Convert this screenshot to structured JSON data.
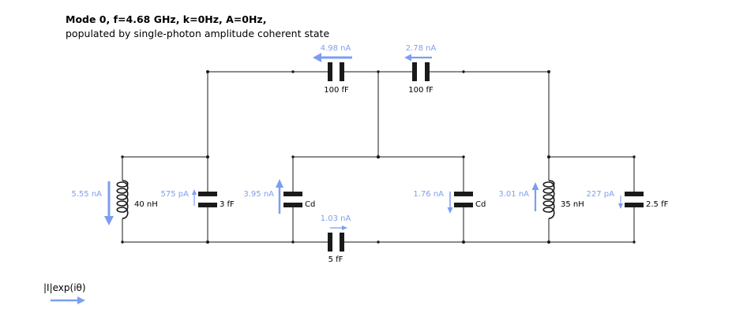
{
  "title": {
    "line1": "Mode 0, f=4.68 GHz, k=0Hz, A=0Hz,",
    "line2": "populated by single-photon amplitude coherent state"
  },
  "colors": {
    "current_arrow": "#7d9ef0",
    "wire": "#1a1a1a"
  },
  "components": {
    "cap_top_left": {
      "value": "100 fF",
      "current": "4.98 nA"
    },
    "cap_top_right": {
      "value": "100 fF",
      "current": "2.78 nA"
    },
    "inductor_left": {
      "value": "40 nH",
      "current": "5.55 nA"
    },
    "cap_3ff": {
      "value": "3 fF",
      "current": "575 pA"
    },
    "cap_cd_left": {
      "value": "Cd",
      "current": "3.95 nA"
    },
    "cap_5ff": {
      "value": "5 fF",
      "current": "1.03 nA"
    },
    "cap_cd_right": {
      "value": "Cd",
      "current": "1.76 nA"
    },
    "inductor_right": {
      "value": "35 nH",
      "current": "3.01 nA"
    },
    "cap_2_5ff": {
      "value": "2.5 fF",
      "current": "227 pA"
    }
  },
  "legend": {
    "label": "|I|exp(iθ)"
  }
}
